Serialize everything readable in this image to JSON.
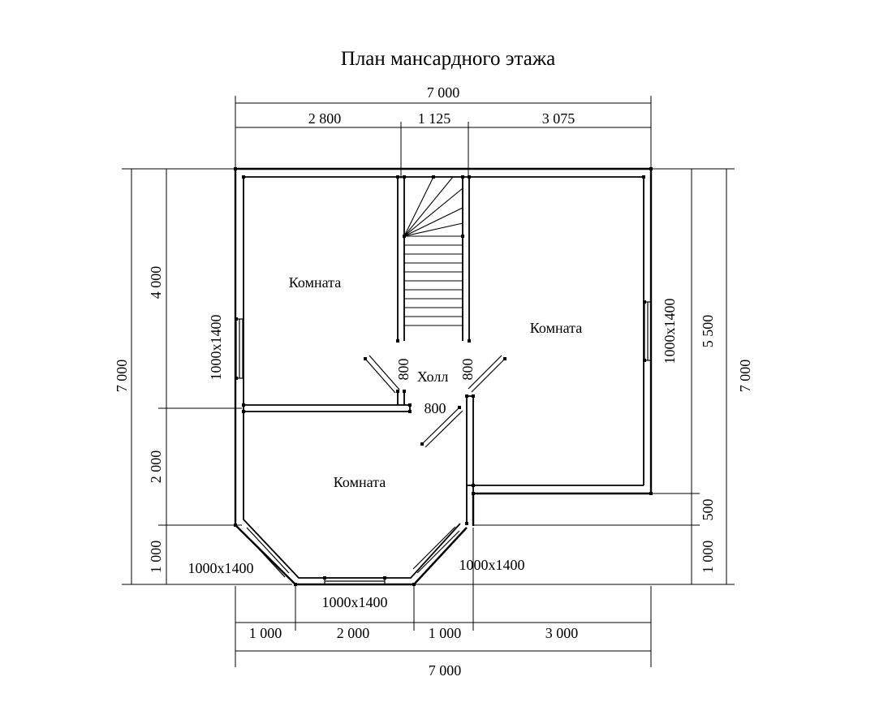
{
  "title": "План мансардного этажа",
  "dimensions": {
    "top_total": "7 000",
    "top_left": "2 800",
    "top_mid": "1 125",
    "top_right": "3 075",
    "left_total": "7 000",
    "left_upper": "4 000",
    "left_middle": "2 000",
    "left_lower": "1 000",
    "right_inner_upper": "5 500",
    "right_inner_middle": "500",
    "right_inner_lower": "1 000",
    "right_total": "7 000",
    "bottom_a": "1 000",
    "bottom_b": "2 000",
    "bottom_c": "1 000",
    "bottom_d": "3 000",
    "bottom_total": "7 000"
  },
  "rooms": {
    "room_top_left": "Комната",
    "room_right": "Комната",
    "room_bottom": "Комната",
    "hall": "Холл"
  },
  "doors": {
    "door_left": "800",
    "door_right": "800",
    "door_bottom": "800"
  },
  "windows": {
    "left_wall": "1000х1400",
    "right_wall": "1000х1400",
    "bottom_left": "1000х1400",
    "bottom_center": "1000х1400",
    "bottom_right": "1000х1400"
  }
}
